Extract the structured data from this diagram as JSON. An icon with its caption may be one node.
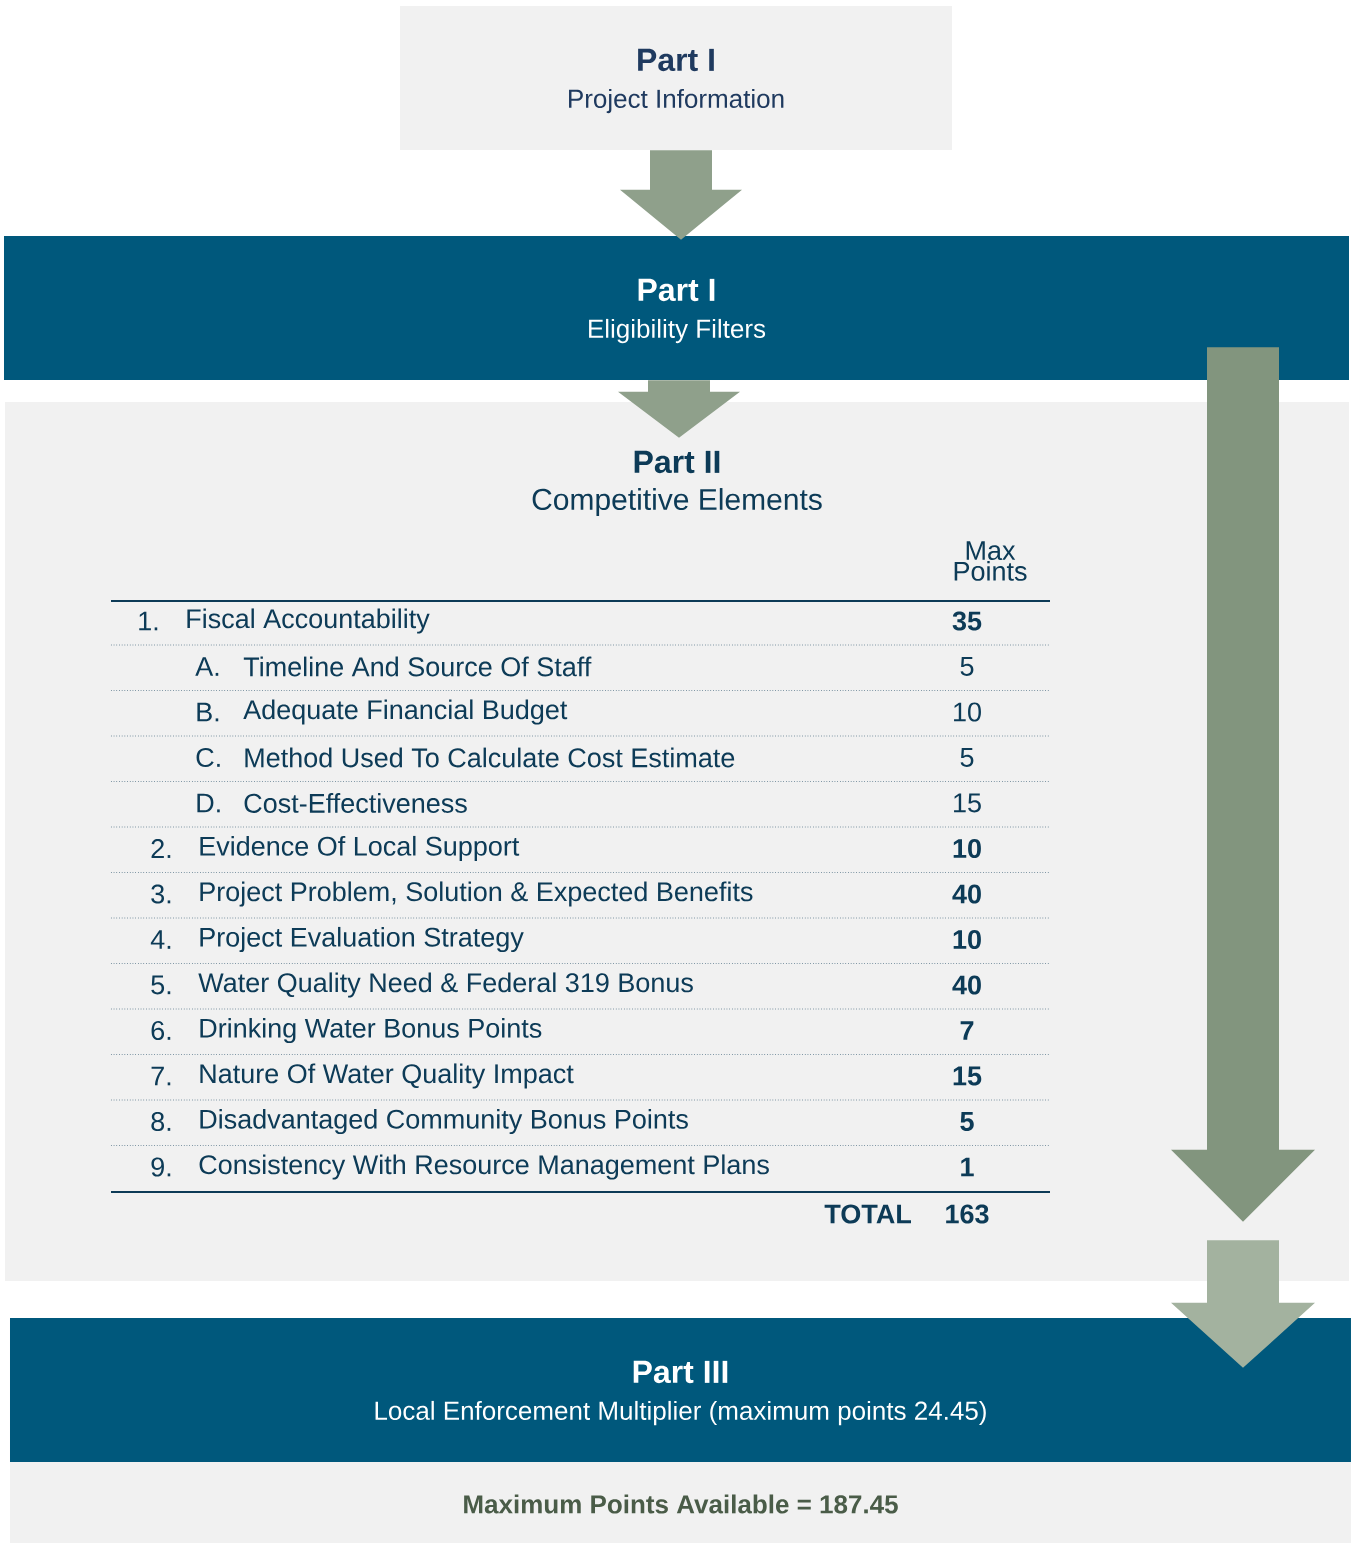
{
  "diagram": {
    "nodes": [
      {
        "text": [
          "Part I",
          "Project Information"
        ]
      },
      {
        "text": [
          "Part I",
          "Eligibility Filters"
        ]
      },
      {
        "text": [
          "Part II",
          "Competitive Elements"
        ]
      },
      {
        "text": [
          "Part III",
          "Local Enforcement Multiplier (maximum points 24.45)"
        ]
      },
      {
        "text": [
          "Maximum Points Available = 187.45"
        ]
      }
    ],
    "edges": [
      {
        "from": 0,
        "to": 1,
        "arrow": "to"
      },
      {
        "from": 1,
        "to": 2,
        "arrow": "to"
      },
      {
        "from": 1,
        "to": 2,
        "arrow": "to"
      },
      {
        "from": 2,
        "to": 3,
        "arrow": "to"
      }
    ],
    "labels": [
      "Max Points",
      "1.",
      "Fiscal Accountability",
      "35",
      "A.",
      "Timeline And Source Of Staff",
      "5",
      "B.",
      "Adequate Financial Budget",
      "10",
      "C.",
      "Method Used To Calculate Cost Estimate",
      "5",
      "D.",
      "Cost-Effectiveness",
      "15",
      "2.",
      "Evidence Of Local Support",
      "10",
      "3.",
      "Project Problem, Solution & Expected Benefits",
      "40",
      "4.",
      "Project Evaluation Strategy",
      "10",
      "5.",
      "Water Quality Need & Federal 319 Bonus",
      "40",
      "6.",
      "Drinking Water Bonus Points",
      "7",
      "7.",
      "Nature Of Water Quality Impact",
      "15",
      "8.",
      "Disadvantaged Community Bonus Points",
      "5",
      "9.",
      "Consistency With Resource Management Plans",
      "1",
      "TOTAL",
      "163"
    ]
  }
}
